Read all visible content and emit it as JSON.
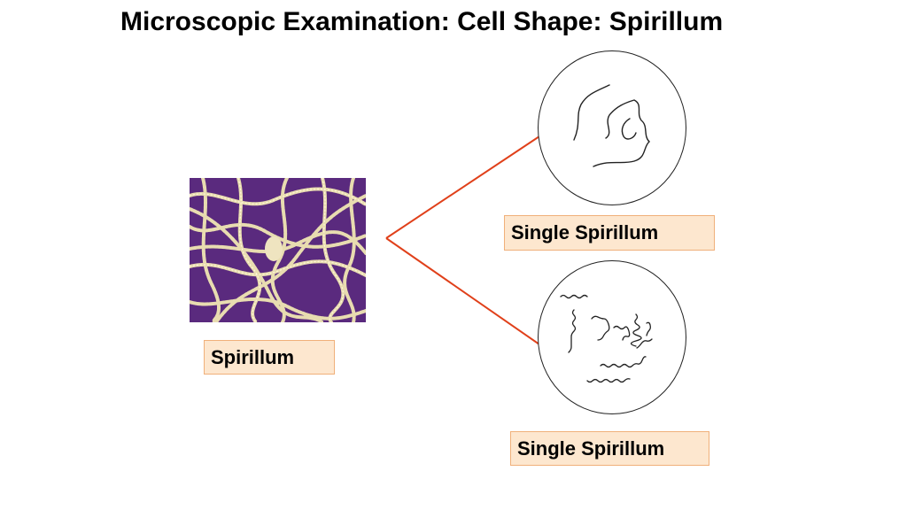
{
  "slide": {
    "title": "Microscopic Examination: Cell Shape: Spirillum"
  },
  "image": {
    "label": "Spirillum"
  },
  "views": [
    {
      "label": "Single Spirillum"
    },
    {
      "label": "Single Spirillum"
    }
  ],
  "colors": {
    "connector": "#e0401a",
    "label_fill": "#fde7cf",
    "label_border": "#f0b07a",
    "micrograph_background": "#5a2a7e",
    "bacteria": "#e8dcb0"
  }
}
